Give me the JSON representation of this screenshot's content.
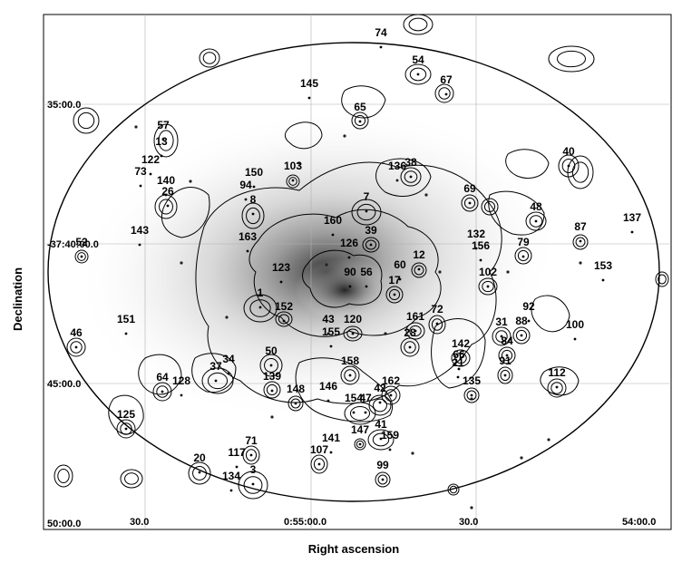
{
  "axes": {
    "xlabel": "Right ascension",
    "ylabel": "Declination",
    "ra_ticks": [
      {
        "text": "30.0"
      },
      {
        "text": "0:55:00.0"
      },
      {
        "text": "30.0"
      },
      {
        "text": "54:00.0"
      }
    ],
    "dec_ticks": [
      {
        "text": "35:00.0"
      },
      {
        "text": "-37:40:00.0"
      },
      {
        "text": "45:00.0"
      },
      {
        "text": "50:00.0"
      }
    ]
  },
  "sources": [
    {
      "id": "74"
    },
    {
      "id": "54"
    },
    {
      "id": "67"
    },
    {
      "id": "145"
    },
    {
      "id": "65"
    },
    {
      "id": "57"
    },
    {
      "id": "13"
    },
    {
      "id": "122"
    },
    {
      "id": "73"
    },
    {
      "id": "140"
    },
    {
      "id": "26"
    },
    {
      "id": "150"
    },
    {
      "id": "103"
    },
    {
      "id": "94"
    },
    {
      "id": "8"
    },
    {
      "id": "38"
    },
    {
      "id": "136"
    },
    {
      "id": "69"
    },
    {
      "id": "40"
    },
    {
      "id": "48"
    },
    {
      "id": "137"
    },
    {
      "id": "87"
    },
    {
      "id": "7"
    },
    {
      "id": "160"
    },
    {
      "id": "39"
    },
    {
      "id": "126"
    },
    {
      "id": "132"
    },
    {
      "id": "156"
    },
    {
      "id": "79"
    },
    {
      "id": "143"
    },
    {
      "id": "52"
    },
    {
      "id": "163"
    },
    {
      "id": "123"
    },
    {
      "id": "12"
    },
    {
      "id": "60"
    },
    {
      "id": "153"
    },
    {
      "id": "90"
    },
    {
      "id": "56"
    },
    {
      "id": "17"
    },
    {
      "id": "102"
    },
    {
      "id": "1"
    },
    {
      "id": "152"
    },
    {
      "id": "92"
    },
    {
      "id": "151"
    },
    {
      "id": "43"
    },
    {
      "id": "120"
    },
    {
      "id": "161"
    },
    {
      "id": "72"
    },
    {
      "id": "155"
    },
    {
      "id": "88"
    },
    {
      "id": "100"
    },
    {
      "id": "31"
    },
    {
      "id": "28"
    },
    {
      "id": "46"
    },
    {
      "id": "50"
    },
    {
      "id": "142"
    },
    {
      "id": "84"
    },
    {
      "id": "66"
    },
    {
      "id": "21"
    },
    {
      "id": "91"
    },
    {
      "id": "37"
    },
    {
      "id": "34"
    },
    {
      "id": "158"
    },
    {
      "id": "139"
    },
    {
      "id": "64"
    },
    {
      "id": "128"
    },
    {
      "id": "112"
    },
    {
      "id": "135"
    },
    {
      "id": "162"
    },
    {
      "id": "148"
    },
    {
      "id": "146"
    },
    {
      "id": "42"
    },
    {
      "id": "154"
    },
    {
      "id": "47"
    },
    {
      "id": "125"
    },
    {
      "id": "71"
    },
    {
      "id": "41"
    },
    {
      "id": "147"
    },
    {
      "id": "159"
    },
    {
      "id": "141"
    },
    {
      "id": "107"
    },
    {
      "id": "20"
    },
    {
      "id": "117"
    },
    {
      "id": "134"
    },
    {
      "id": "3"
    },
    {
      "id": "99"
    }
  ]
}
